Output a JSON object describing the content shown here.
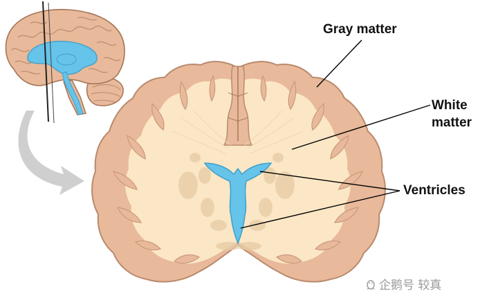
{
  "labels": {
    "gray_matter": "Gray matter",
    "white_matter_line1": "White",
    "white_matter_line2": "matter",
    "ventricles": "Ventricles"
  },
  "watermark": {
    "text": "企鹅号 较真",
    "icon": "penguin-logo-icon"
  },
  "colors": {
    "gray_matter": "#e8b99a",
    "gray_matter_outline": "#b98a6d",
    "white_matter": "#fbe7c5",
    "ventricle": "#66c3ea",
    "ventricle_outline": "#3f9fc9",
    "arrow": "#cfcfcf",
    "leader_line": "#000000"
  }
}
